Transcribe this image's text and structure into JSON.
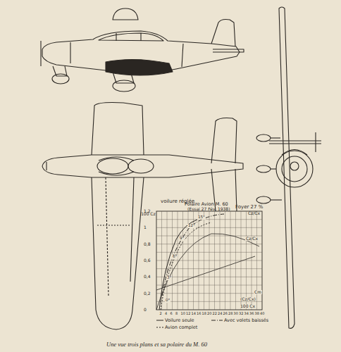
{
  "diagram": {
    "caption": "Une vue trois plans et sa polaire du M. 60",
    "labels": [
      "voilure réglée",
      "Polaire Avion M. 60",
      "(Essai 27 Fév. 1938)",
      "Foyer 27 %",
      "100 Cz",
      "1,2",
      "1",
      "0,8",
      "0,6",
      "0,4",
      "0,2",
      "0",
      "2",
      "4",
      "6",
      "8",
      "10",
      "12",
      "14",
      "16",
      "18",
      "20",
      "22",
      "24",
      "26",
      "28",
      "30",
      "32",
      "34",
      "36",
      "38",
      "40",
      "100 Cx",
      "(Cz/Cx)",
      "Cm",
      "Cz/Cx",
      "Cz/Cx",
      "15°",
      "12°",
      "9°",
      "6°",
      "3°",
      "0°"
    ],
    "legend": [
      {
        "text": "Voilure seule"
      },
      {
        "text": "Avec volets baissés"
      },
      {
        "text": "Avion complet"
      }
    ]
  }
}
